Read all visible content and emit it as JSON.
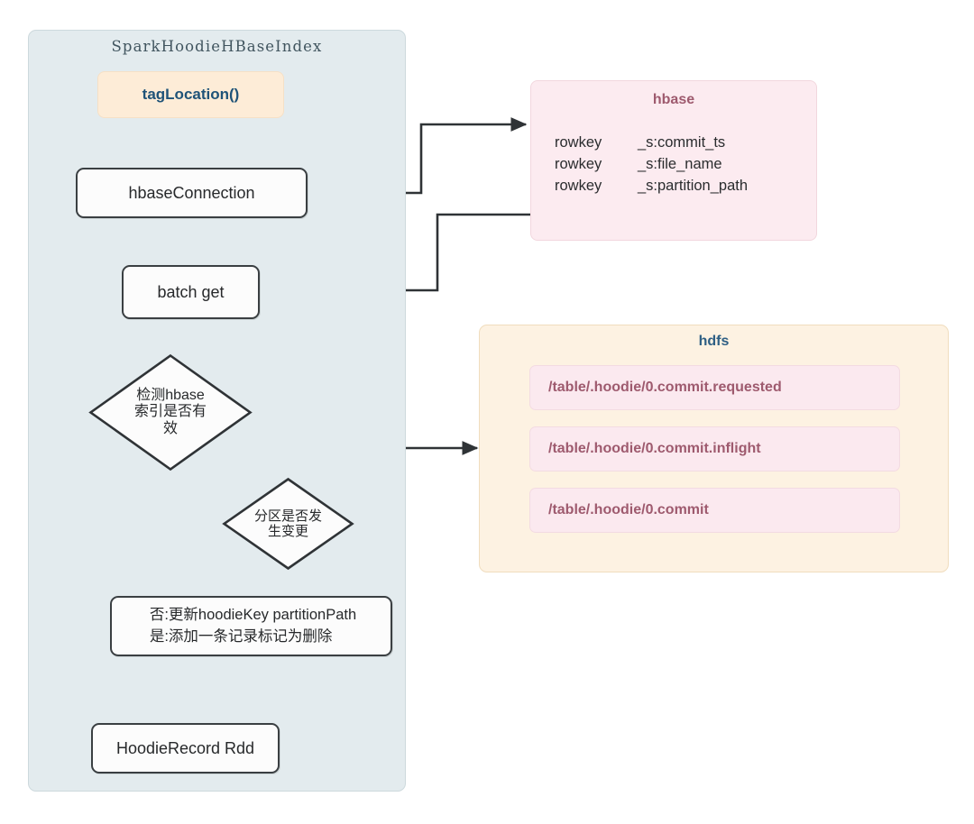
{
  "diagram": {
    "title_visible": false
  },
  "spark_group": {
    "title": "SparkHoodieHBaseIndex",
    "nodes": {
      "tag_location": "tagLocation()",
      "hbase_connection": "hbaseConnection",
      "batch_get": "batch get",
      "decision_index": [
        "检测hbase",
        "索引是否有",
        "效"
      ],
      "decision_partition": [
        "分区是否发",
        "生变更"
      ],
      "update_record": [
        "否:更新hoodieKey partitionPath",
        "是:添加一条记录标记为删除"
      ],
      "hoodie_record_rdd": "HoodieRecord Rdd"
    }
  },
  "hbase_panel": {
    "title": "hbase",
    "rows": [
      {
        "rowkey": "rowkey",
        "column": "_s:commit_ts"
      },
      {
        "rowkey": "rowkey",
        "column": "_s:file_name"
      },
      {
        "rowkey": "rowkey",
        "column": "_s:partition_path"
      }
    ]
  },
  "hdfs_panel": {
    "title": "hdfs",
    "items": [
      "/table/.hoodie/0.commit.requested",
      "/table/.hoodie/0.commit.inflight",
      "/table/.hoodie/0.commit"
    ]
  },
  "colors": {
    "spark_group_bg": "#e3ebee",
    "spark_group_border": "#cdd9dd",
    "tag_location_bg": "#fdecd7",
    "tag_location_text": "#1f5378",
    "node_border": "#3a3f42",
    "node_bg": "#fcfcfc",
    "hbase_panel_bg": "#fcebf0",
    "hbase_title_text": "#9e5a6e",
    "hdfs_group_bg": "#fdf2e2",
    "hdfs_title_text": "#2e5f84",
    "hdfs_item_bg": "#fbe9ef",
    "hdfs_item_text": "#9e5a6e",
    "edge_stroke": "#2f3336"
  }
}
